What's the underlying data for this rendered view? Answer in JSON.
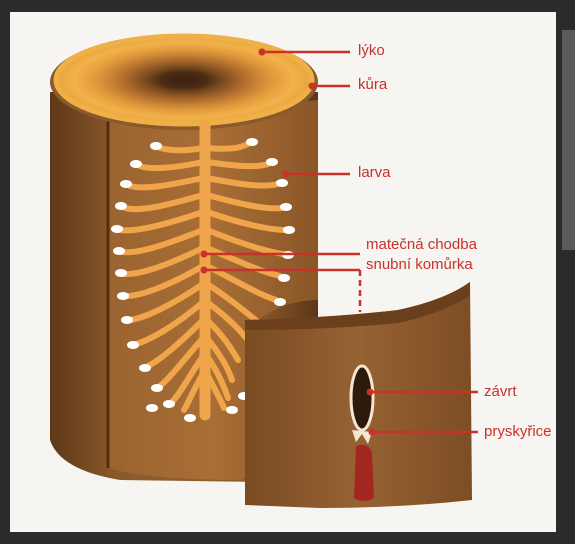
{
  "labels": {
    "lyko": "lýko",
    "kura": "kůra",
    "larva": "larva",
    "matecna_chodba": "matečná chodba",
    "snubni_komurka": "snubní komůrka",
    "zavrt": "závrt",
    "pryskyrice": "pryskyřice"
  },
  "colors": {
    "panel_background": "#f6f5f1",
    "bark": "#8b5a2b",
    "bark_dark": "#6e4220",
    "bast": "#e8a33c",
    "galleries": "#f0a54a",
    "larvae": "#ffffff",
    "callout_red": "#c8322b",
    "resin": "#a32621"
  }
}
